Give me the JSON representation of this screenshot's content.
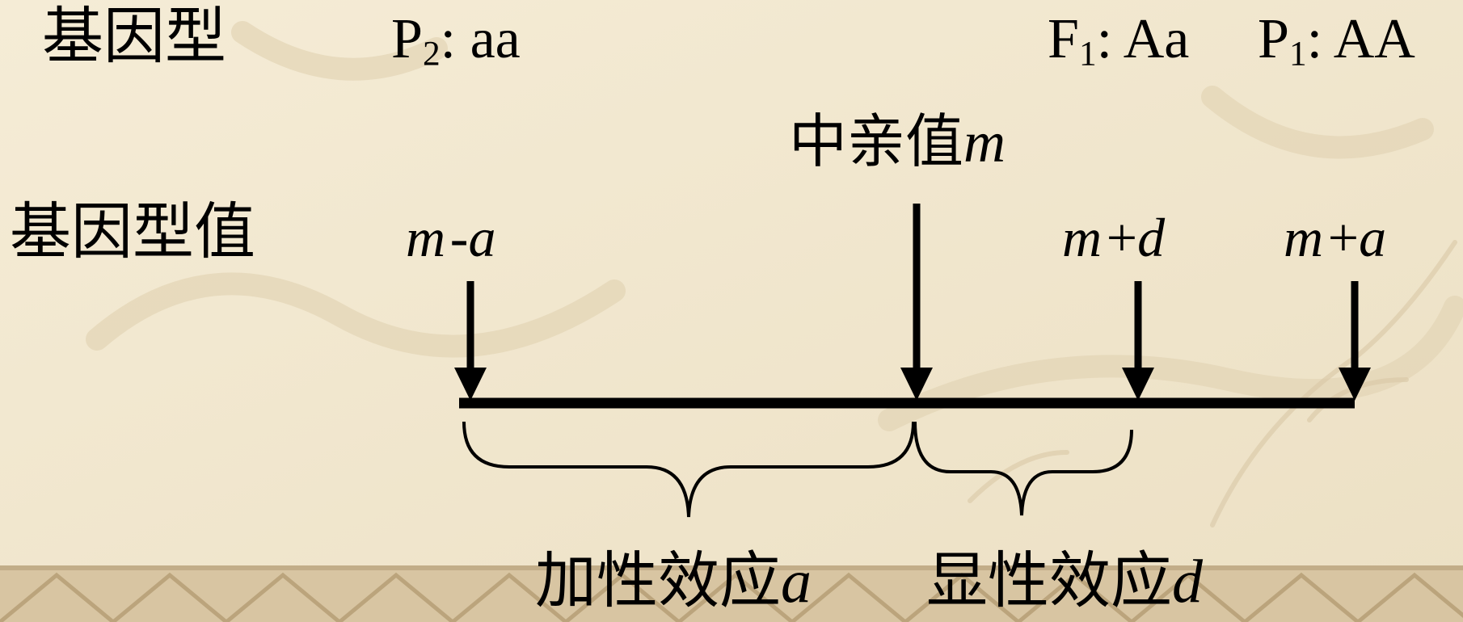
{
  "genotype_row": {
    "label": "基因型",
    "p2": {
      "letter": "P",
      "sub": "2",
      "rest": ": aa"
    },
    "f1": {
      "letter": "F",
      "sub": "1",
      "rest": ": Aa"
    },
    "p1": {
      "letter": "P",
      "sub": "1",
      "rest": ": AA"
    }
  },
  "value_row": {
    "label": "基因型值",
    "mid_parent": {
      "text": "中亲值",
      "symbol": "m"
    },
    "m_minus_a": {
      "m": "m",
      "op": "-",
      "v": "a"
    },
    "m_plus_d": {
      "m": "m",
      "op": "+",
      "v": "d"
    },
    "m_plus_a": {
      "m": "m",
      "op": "+",
      "v": "a"
    }
  },
  "braces": {
    "additive": {
      "text": "加性效应",
      "symbol": "a"
    },
    "dominance": {
      "text": "显性效应",
      "symbol": "d"
    }
  },
  "colors": {
    "background": "#f3e8cf",
    "ink": "#000000",
    "border_band": "#cdb99a"
  }
}
